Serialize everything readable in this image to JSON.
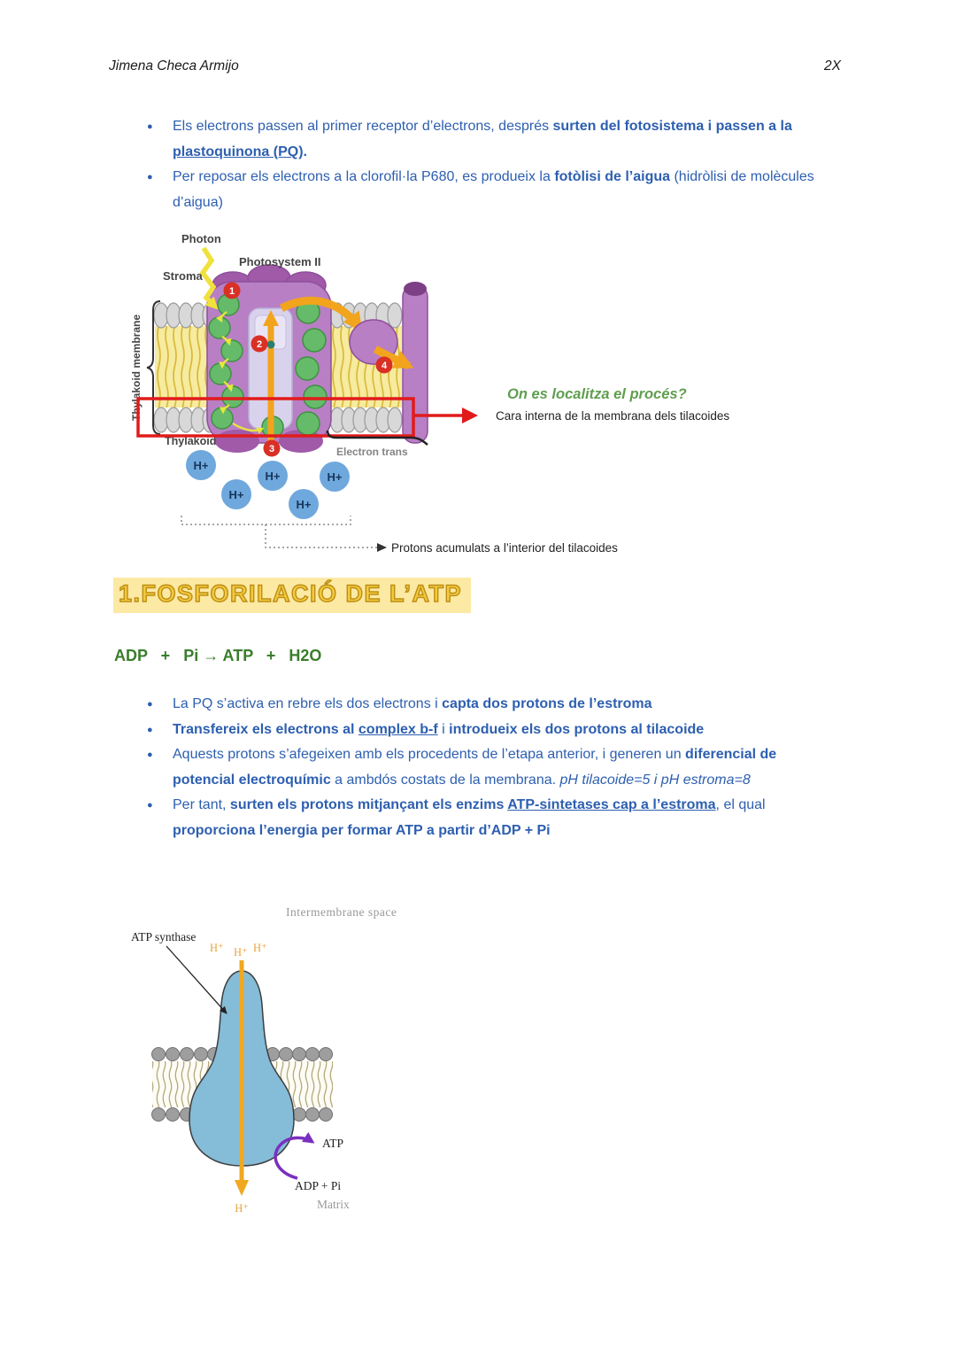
{
  "header": {
    "author": "Jimena Checa Armijo",
    "page_num": "2X"
  },
  "section1": {
    "bullets": [
      [
        {
          "t": "Els electrons passen al primer receptor d’electrons, després "
        },
        {
          "t": "surten del fotosistema i passen a la ",
          "b": true
        },
        {
          "t": "plastoquinona (PQ)",
          "b": true,
          "u": true
        },
        {
          "t": ".",
          "b": true
        }
      ],
      [
        {
          "t": "Per reposar els electrons a la clorofil·la P680, es produeix la "
        },
        {
          "t": "fotòlisi de l’aigua",
          "b": true
        },
        {
          "t": " (hidròlisi de molècules d’aigua)"
        }
      ]
    ]
  },
  "figure1": {
    "labels": {
      "photon": "Photon",
      "photosystem": "Photosystem II",
      "stroma": "Stroma",
      "thylakoid_membrane": "Thylakoid membrane",
      "thylakoid": "Thylakoid",
      "step1": "1",
      "step2": "2",
      "step3": "3",
      "step4": "4",
      "question": "On es localitza el procés?",
      "answer": "Cara interna de la membrana dels tilacoides",
      "hplus": "H+",
      "protons_note": "Protons acumulats a l’interior del tilacoides",
      "electron_partial": "Electron trans"
    }
  },
  "heading1": "1.FOSFORILACIÓ DE L’ATP",
  "equation": "ADP   +   Pi → ATP   +   H2O",
  "section2": {
    "bullets": [
      [
        {
          "t": "La PQ s’activa en rebre els dos electrons i "
        },
        {
          "t": "capta dos protons de l’estroma",
          "b": true
        }
      ],
      [
        {
          "t": "Transfereix els electrons al ",
          "b": true
        },
        {
          "t": "complex b-f",
          "b": true,
          "u": true
        },
        {
          "t": " i "
        },
        {
          "t": "introdueix els dos protons al tilacoide",
          "b": true
        }
      ],
      [
        {
          "t": "Aquests protons s’afegeixen amb els procedents de l’etapa anterior, i generen un "
        },
        {
          "t": "diferencial de potencial electroquímic",
          "b": true
        },
        {
          "t": " a ambdós costats de la membrana. "
        },
        {
          "t": "pH tilacoide=5 i pH estroma=8",
          "i": true
        }
      ],
      [
        {
          "t": "Per tant, "
        },
        {
          "t": "surten els protons mitjançant els enzims ",
          "b": true
        },
        {
          "t": "ATP-sintetases cap a l’estroma",
          "b": true,
          "u": true
        },
        {
          "t": ", el qual "
        },
        {
          "t": "proporciona l’energia per formar ATP a partir d’ADP + Pi",
          "b": true
        }
      ]
    ]
  },
  "figure2": {
    "labels": {
      "intermembrane": "Intermembrane space",
      "atp_synthase": "ATP synthase",
      "hplus": "H⁺",
      "atp": "ATP",
      "adp_pi": "ADP + Pi",
      "matrix": "Matrix"
    }
  },
  "colors": {
    "text_blue": "#2d5fb0",
    "equation_green": "#3a7d2c",
    "question_green": "#5f9e4f",
    "highlight_yellow": "#fce9a4",
    "heading_gold": "#bd8e14",
    "orange_arrow": "#f2a41c",
    "red_marker": "#e11b1b",
    "hplus_circle_blue": "#6fa8dc",
    "purple_protein": "#b87fc4",
    "atp_synthase_blue": "#85bcd8",
    "purple_arrow": "#7a2fc0"
  }
}
